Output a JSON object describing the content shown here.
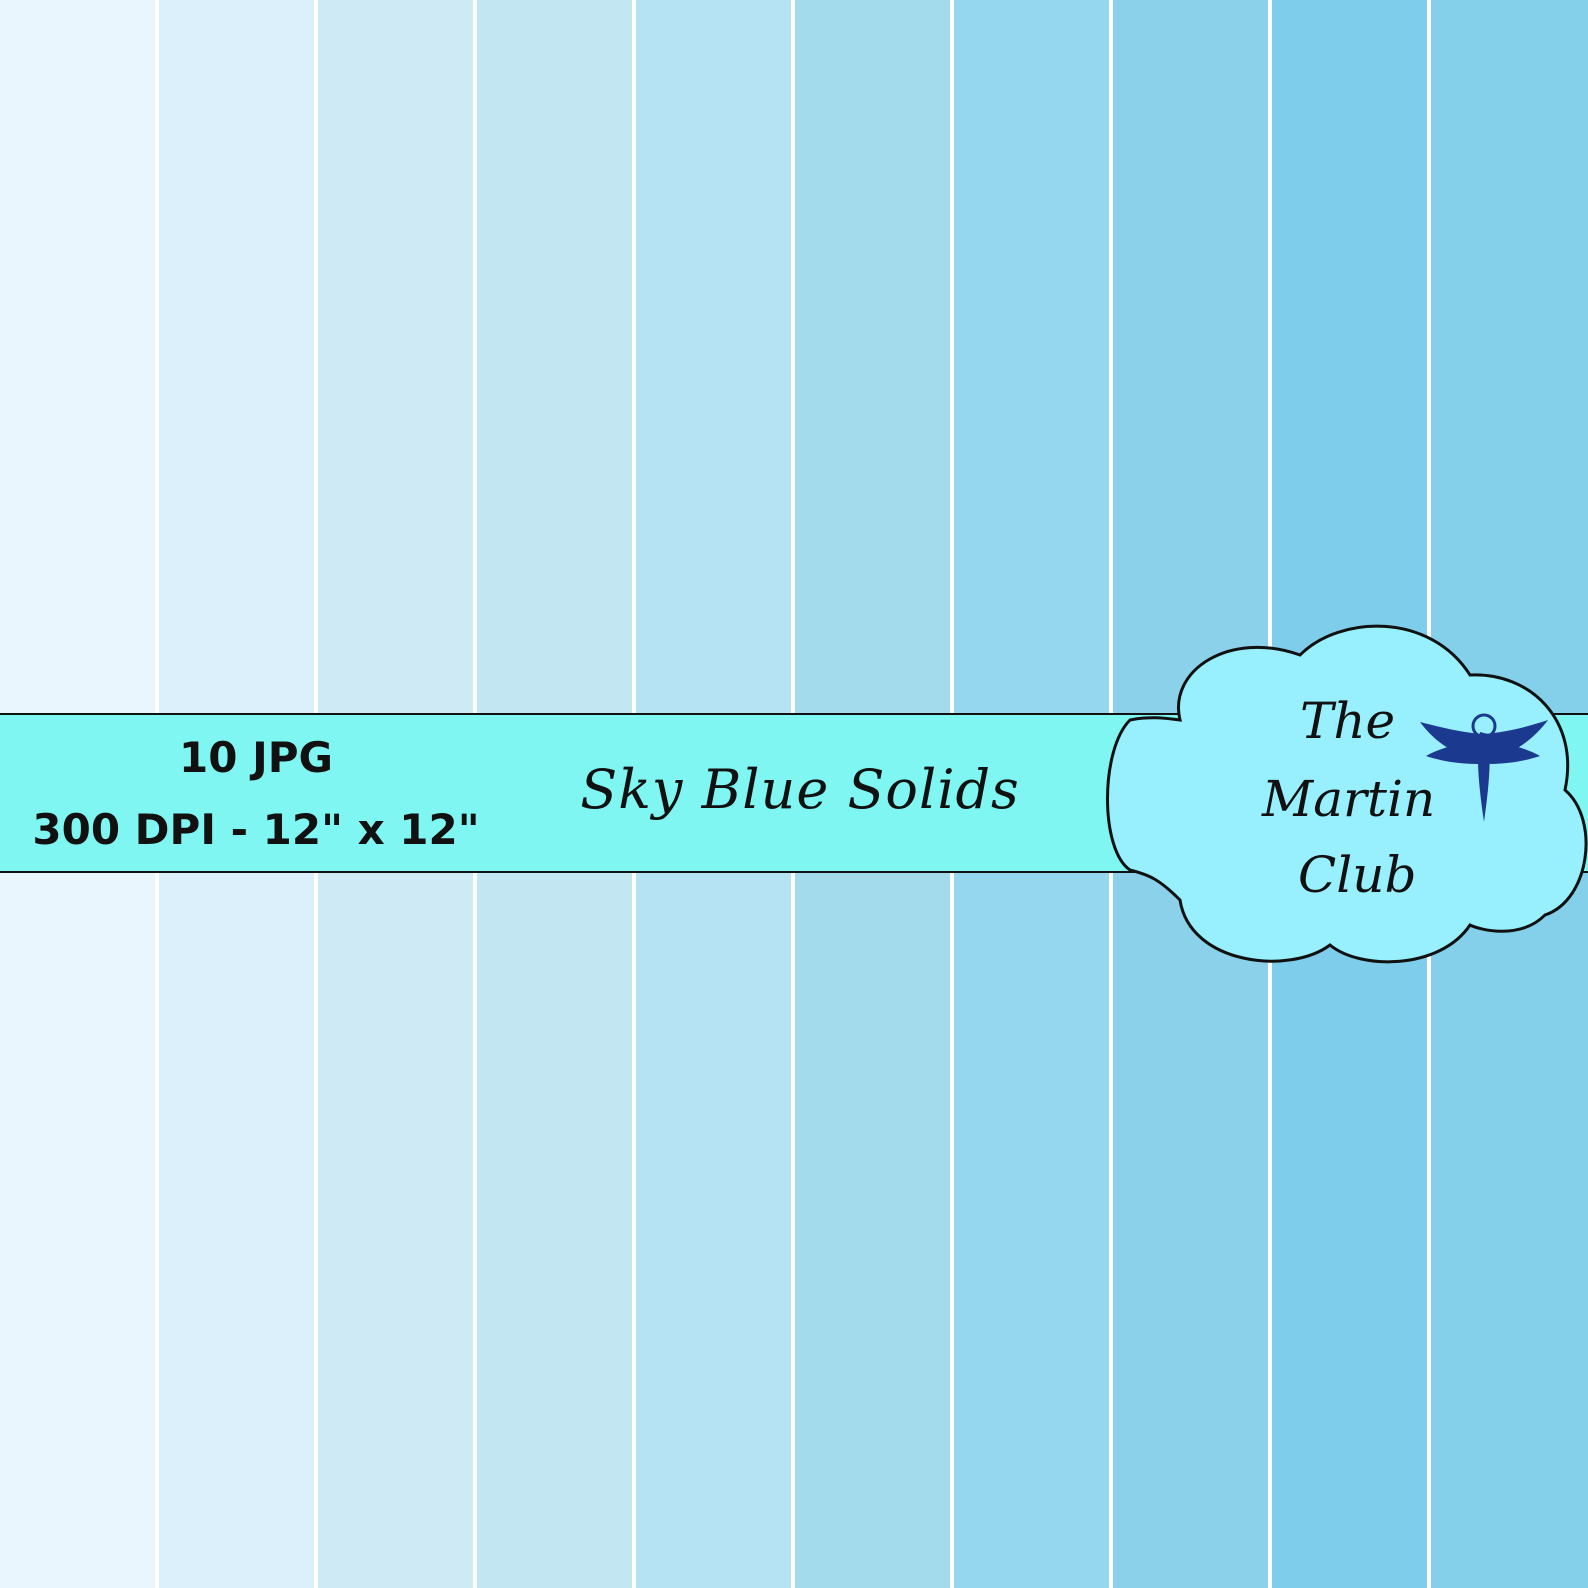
{
  "stripe_colors": [
    "#eaf6fe",
    "#dcf0fb",
    "#cdeaf5",
    "#c3e6f3",
    "#b6e3f3",
    "#a3dbec",
    "#95d7ef",
    "#8bd1ea",
    "#7ecdea",
    "#84d0ea"
  ],
  "banner": {
    "file_count": "10 JPG",
    "resolution": "300 DPI - 12\" x 12\"",
    "title": "Sky Blue Solids",
    "color": "#7ff6f1"
  },
  "logo": {
    "line1": "The",
    "line2": "Martin",
    "line3": "Club",
    "cloud_color": "#98f0fe",
    "bird_icon": "swallow-wings-icon",
    "bird_color": "#1b3a8f"
  }
}
